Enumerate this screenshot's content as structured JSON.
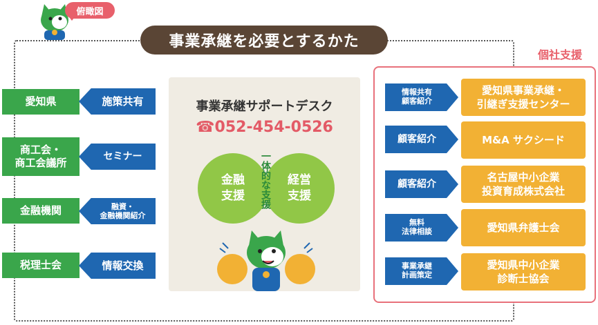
{
  "badge": {
    "label": "俯瞰図"
  },
  "title": "事業承継を必要とするかた",
  "left_orgs": [
    {
      "name": "愛知県",
      "action": "施策共有"
    },
    {
      "name": "商工会・\n商工会議所",
      "action": "セミナー"
    },
    {
      "name": "金融機関",
      "action": "融資・\n金融機関紹介"
    },
    {
      "name": "税理士会",
      "action": "情報交換"
    }
  ],
  "center": {
    "desk_title": "事業承継サポートデスク",
    "phone_icon": "☎",
    "phone": "052-454-0526",
    "circle_left": "金融\n支援",
    "circle_right": "経営\n支援",
    "integrated": "一体的な支援"
  },
  "support": {
    "label": "個社支援",
    "rows": [
      {
        "action": "情報共有\n顧客紹介",
        "org": "愛知県事業承継・\n引継ぎ支援センター"
      },
      {
        "action": "顧客紹介",
        "org": "M&A サクシード"
      },
      {
        "action": "顧客紹介",
        "org": "名古屋中小企業\n投資育成株式会社"
      },
      {
        "action": "無料\n法律相談",
        "org": "愛知県弁護士会"
      },
      {
        "action": "事業承継\n計画策定",
        "org": "愛知県中小企業\n診断士協会"
      }
    ]
  },
  "colors": {
    "green": "#3aa64b",
    "blue": "#1f67b1",
    "orange": "#f2b134",
    "pink": "#e8606b",
    "brown": "#5a4535",
    "light_green": "#8cc63f"
  },
  "icons": [
    "cat-mascot-icon",
    "phone-icon",
    "cheering-cat-mascot-icon"
  ]
}
